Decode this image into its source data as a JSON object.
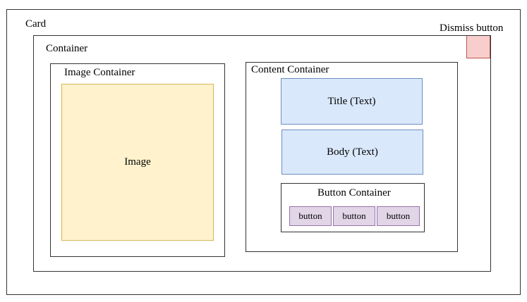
{
  "colors": {
    "outline": "#333333",
    "image_fill": "#fff2cc",
    "image_border": "#d6b656",
    "text_fill": "#dae8fc",
    "text_border": "#6c8ebf",
    "button_fill": "#e1d5e7",
    "button_border": "#9673a6",
    "dismiss_fill": "#f8cecc",
    "dismiss_border": "#b85450"
  },
  "card": {
    "label": "Card"
  },
  "dismiss": {
    "label": "Dismiss button"
  },
  "container": {
    "label": "Container"
  },
  "image_container": {
    "label": "Image Container"
  },
  "image": {
    "label": "Image"
  },
  "content_container": {
    "label": "Content Container"
  },
  "title": {
    "label": "Title (Text)"
  },
  "body": {
    "label": "Body (Text)"
  },
  "button_container": {
    "label": "Button Container"
  },
  "buttons": [
    {
      "label": "button"
    },
    {
      "label": "button"
    },
    {
      "label": "button"
    }
  ]
}
